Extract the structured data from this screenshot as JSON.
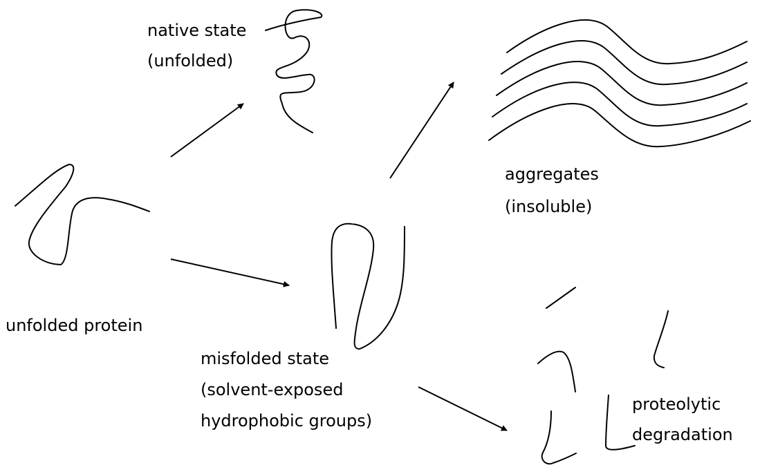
{
  "labels": {
    "native_state_line1": "native state",
    "native_state_line2": "(unfolded)",
    "aggregates_line1": "aggregates",
    "aggregates_line2": "(insoluble)",
    "unfolded_protein": "unfolded protein",
    "misfolded_line1": "misfolded state",
    "misfolded_line2": "(solvent-exposed",
    "misfolded_line3": "hydrophobic groups)",
    "proteolytic_line1": "proteolytic",
    "proteolytic_line2": "degradation"
  },
  "colors": {
    "stroke": "#000000",
    "background": "#ffffff"
  }
}
